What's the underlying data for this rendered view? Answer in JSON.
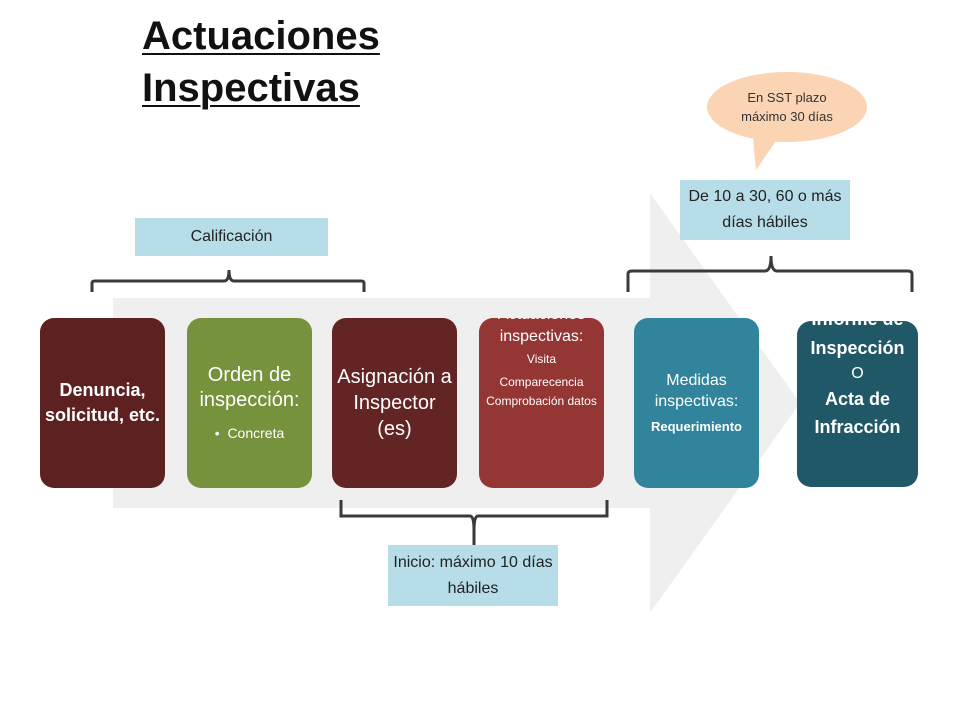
{
  "title": {
    "line1": "Actuaciones",
    "line2": "Inspectivas"
  },
  "labels": {
    "calificacion": "Calificación",
    "plazo_sst": "En SST plazo máximo 30 días",
    "dias_habiles": "De 10 a 30, 60 o más días hábiles",
    "inicio": "Inicio: máximo 10 días hábiles"
  },
  "stages": [
    {
      "title": "Denuncia, solicitud, etc."
    },
    {
      "title": "Orden de inspección:",
      "sub": "Concreta"
    },
    {
      "title": "Asignación a Inspector (es)"
    },
    {
      "title": "Actuaciones inspectivas:",
      "items": [
        "Visita",
        "Comparecencia",
        "Comprobación datos"
      ]
    },
    {
      "title": "Medidas inspectivas:",
      "sub": "Requerimiento"
    },
    {
      "title": "Informe de Inspección",
      "sub_o": "O",
      "sub_bold": "Acta de Infracción"
    }
  ],
  "colors": {
    "stage1": "#5d2121",
    "stage2": "#76923c",
    "stage3": "#632523",
    "stage4": "#943634",
    "stage5": "#31849b",
    "stage6": "#215868",
    "label_bg": "#b7dde8",
    "callout_bg": "#fbd4b4",
    "arrow_bg": "#f0f0f0"
  }
}
